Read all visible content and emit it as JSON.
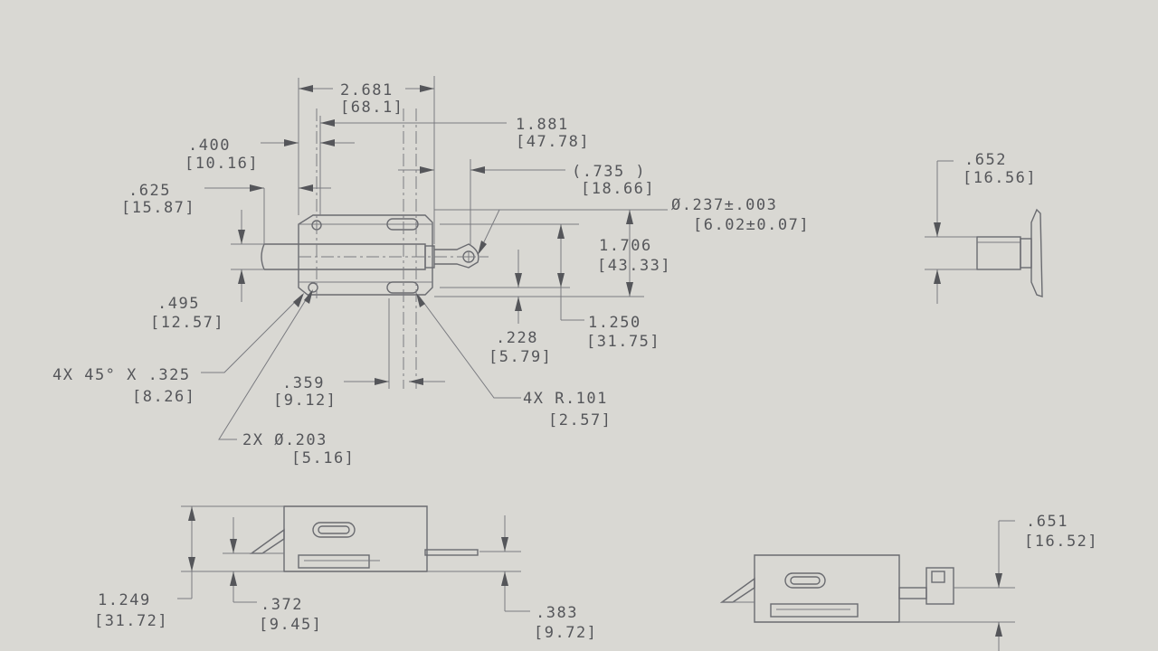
{
  "colors": {
    "paper": "#d9d8d3",
    "ink": "#55565a"
  },
  "top_view": {
    "dims": {
      "d1": {
        "in": "2.681",
        "mm": "[68.1]"
      },
      "d2": {
        "in": "1.881",
        "mm": "[47.78]"
      },
      "d3": {
        "in": ".400",
        "mm": "[10.16]"
      },
      "d4": {
        "in": "(.735    )",
        "mm": "[18.66]"
      },
      "d5": {
        "in": ".625",
        "mm": "[15.87]"
      },
      "d6": {
        "in": "Ø.237±.003",
        "mm": "[6.02±0.07]"
      },
      "d7": {
        "in": "1.706",
        "mm": "[43.33]"
      },
      "d8": {
        "in": ".495",
        "mm": "[12.57]"
      },
      "d9": {
        "in": ".228",
        "mm": "[5.79]"
      },
      "d10": {
        "in": "1.250",
        "mm": "[31.75]"
      },
      "d11": {
        "in": "4X 45° X .325",
        "mm": "[8.26]"
      },
      "d12": {
        "in": ".359",
        "mm": "[9.12]"
      },
      "d13": {
        "in": "4X R.101",
        "mm": "[2.57]"
      },
      "d14": {
        "in": "2X Ø.203",
        "mm": "[5.16]"
      }
    }
  },
  "side_view": {
    "dims": {
      "d1": {
        "in": ".652",
        "mm": "[16.56]"
      }
    }
  },
  "front_view": {
    "dims": {
      "d1": {
        "in": "1.249",
        "mm": "[31.72]"
      },
      "d2": {
        "in": ".372",
        "mm": "[9.45]"
      },
      "d3": {
        "in": ".383",
        "mm": "[9.72]"
      }
    }
  },
  "front_view_extended": {
    "dims": {
      "d1": {
        "in": ".651",
        "mm": "[16.52]"
      }
    }
  }
}
